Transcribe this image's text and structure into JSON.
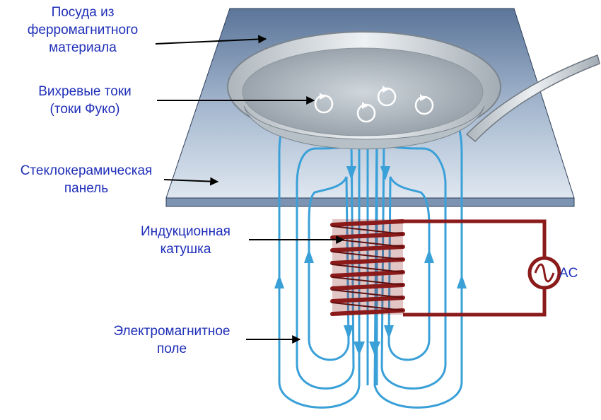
{
  "labels": {
    "cookware": [
      "Посуда из",
      "ферромагнитного",
      "материала"
    ],
    "eddy": [
      "Вихревые токи",
      "(токи Фуко)"
    ],
    "panel": [
      "Стеклокерамическая",
      "панель"
    ],
    "coil": [
      "Индукционная",
      "катушка"
    ],
    "field": [
      "Электромагнитное",
      "поле"
    ],
    "ac": "AC"
  },
  "colors": {
    "label_text": "#1f2fb8",
    "field_lines": "#3aa0d8",
    "coil": "#8b1a1a",
    "panel": "#8fa6c4",
    "pan": "#c9d2d9"
  }
}
